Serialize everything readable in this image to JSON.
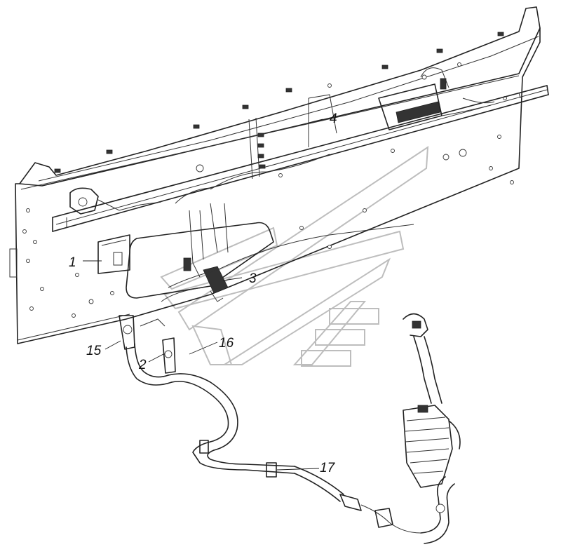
{
  "callouts": [
    {
      "id": "c1",
      "label": "1"
    },
    {
      "id": "c2",
      "label": "2"
    },
    {
      "id": "c3",
      "label": "3"
    },
    {
      "id": "c4",
      "label": "4"
    },
    {
      "id": "c15",
      "label": "15"
    },
    {
      "id": "c16",
      "label": "16"
    },
    {
      "id": "c17",
      "label": "17"
    }
  ],
  "colors": {
    "line": "#222222",
    "watermark": "#bdbdbd",
    "background": "#ffffff"
  }
}
